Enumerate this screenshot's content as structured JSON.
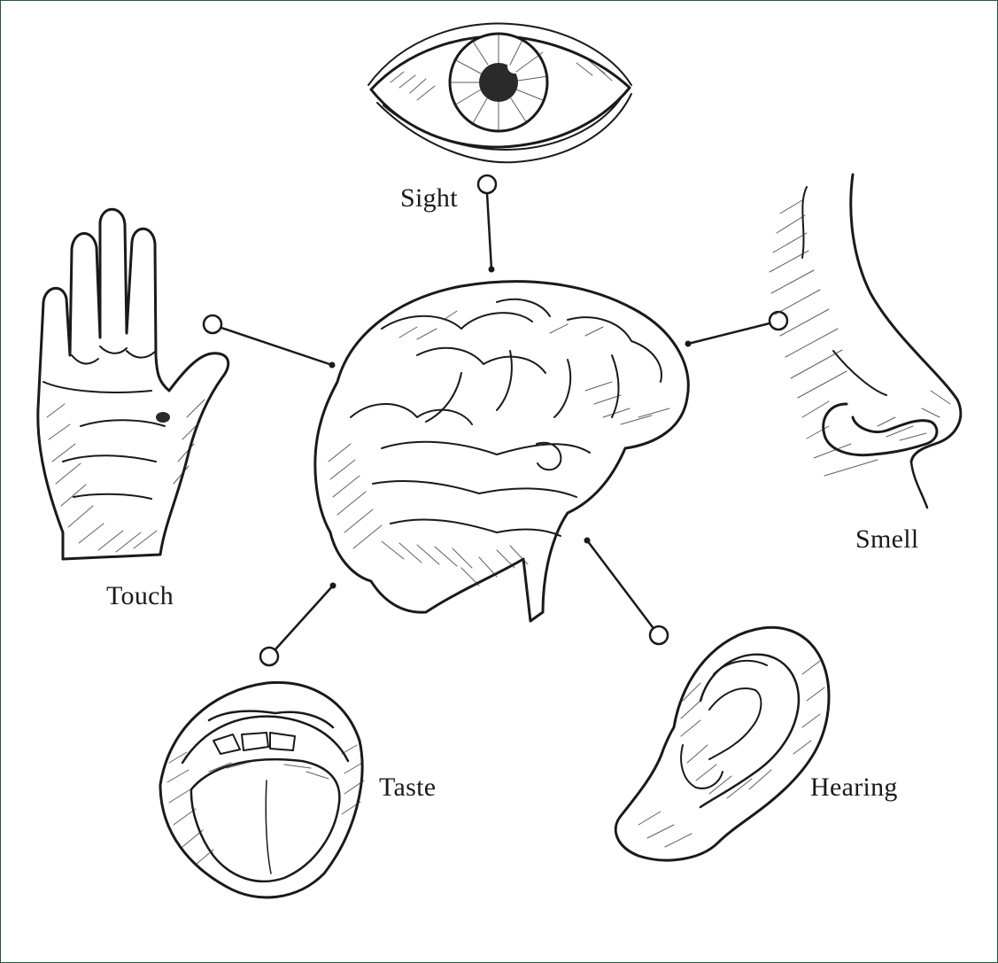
{
  "senses": {
    "sight": {
      "label": "Sight"
    },
    "smell": {
      "label": "Smell"
    },
    "touch": {
      "label": "Touch"
    },
    "taste": {
      "label": "Taste"
    },
    "hearing": {
      "label": "Hearing"
    }
  },
  "colors": {
    "ink": "#1a1a1a",
    "frame": "#1f5a3c",
    "background": "#ffffff"
  },
  "icons": {
    "center": "brain-illustration",
    "sight": "eye-illustration",
    "smell": "nose-illustration",
    "touch": "hand-illustration",
    "taste": "mouth-illustration",
    "hearing": "ear-illustration"
  }
}
